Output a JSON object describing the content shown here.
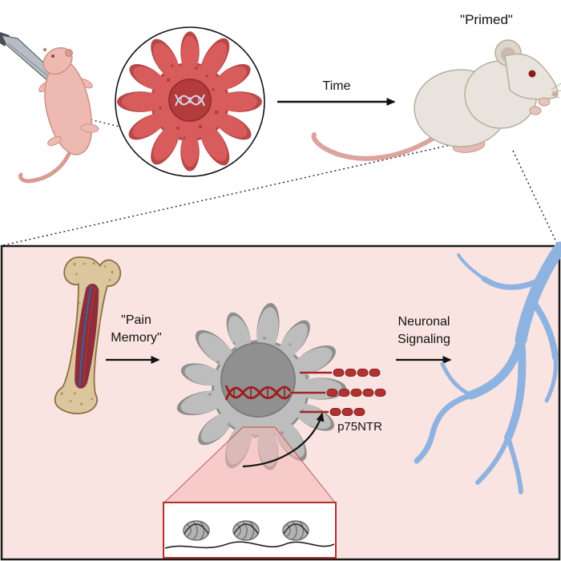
{
  "top_section": {
    "primed_label": "\"Primed\"",
    "time_arrow_label": "Time"
  },
  "bottom_panel": {
    "pain_memory_label_line1": "\"Pain",
    "pain_memory_label_line2": "Memory\"",
    "neuronal_signaling_label_line1": "Neuronal",
    "neuronal_signaling_label_line2": "Signaling",
    "receptor_label": "p75NTR"
  },
  "colors": {
    "panel_background": "#fae4e1",
    "microglia_red_body": "#d95c5c",
    "microglia_red_outline": "#b84848",
    "microglia_gray_body": "#bdbdbd",
    "microglia_gray_outline": "#8e8e8e",
    "neuron_blue": "#8fb3e0",
    "bone_tan": "#dcc69e",
    "marrow_red": "#8c2f3a",
    "receptor_red": "#b23232",
    "neonate_pink": "#eeb9b0",
    "adult_mouse_fur": "#e8e3dc"
  }
}
